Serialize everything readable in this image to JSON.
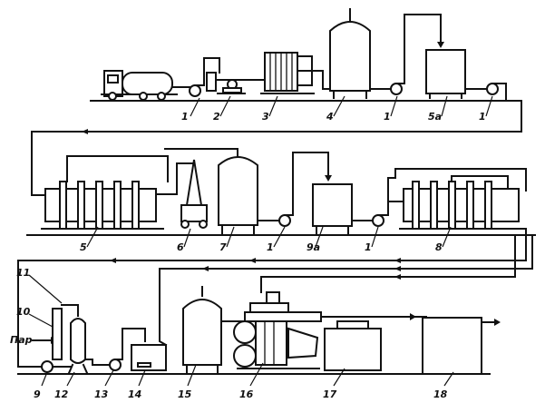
{
  "labels": {
    "l1a": "1",
    "l2": "2",
    "l3": "3",
    "l4": "4",
    "l1b": "1",
    "l5a": "5а",
    "l1c": "1",
    "l5": "5",
    "l6": "6",
    "l7": "7",
    "l1d": "1",
    "l9a": "9а",
    "l1e": "1",
    "l8": "8",
    "l11": "11",
    "l10": "10",
    "steam": "Пар",
    "l9": "9",
    "l12": "12",
    "l13": "13",
    "l14": "14",
    "l15": "15",
    "l16": "16",
    "l17": "17",
    "l18": "18"
  }
}
